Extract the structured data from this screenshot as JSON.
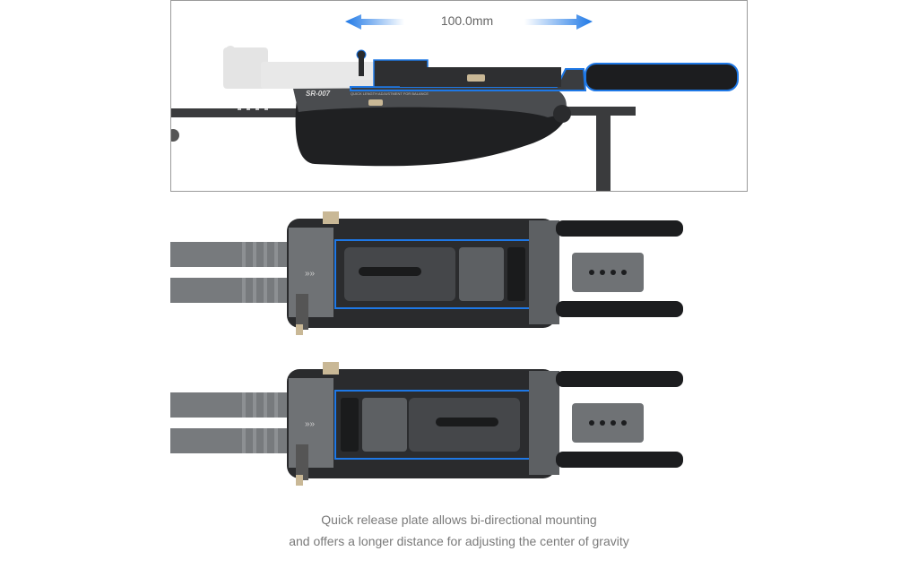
{
  "measurement": {
    "label": "100.0mm"
  },
  "product": {
    "model": "SR-007",
    "engraving": "QUICK LENGTH ADJUSTMENT FOR BALANCE"
  },
  "caption": {
    "line1": "Quick release plate allows bi-directional mounting",
    "line2": "and offers a longer distance for adjusting the center of gravity"
  },
  "colors": {
    "accent": "#1e78e6",
    "body_dark": "#2a2b2d",
    "metal": "#6f7275",
    "text": "#7a7a7a"
  }
}
